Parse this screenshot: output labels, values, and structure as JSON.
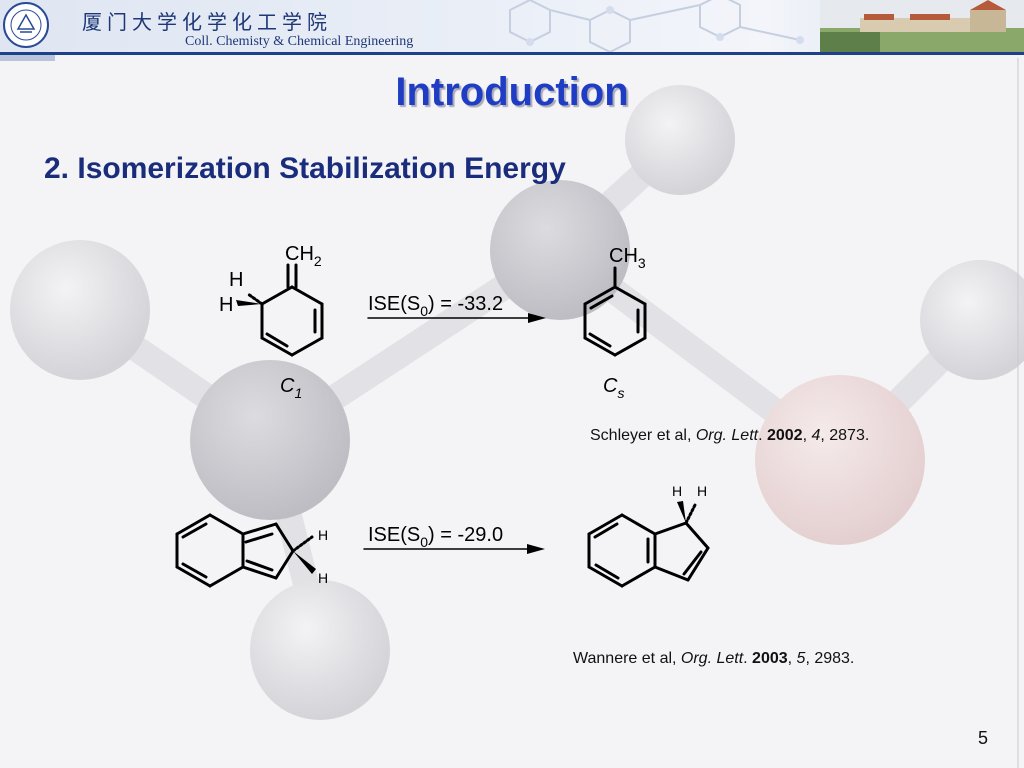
{
  "header": {
    "school_cn": "厦门大学化学化工学院",
    "school_en": "Coll. Chemisty & Chemical Engineering",
    "brand_color": "#1e3f8a"
  },
  "slide": {
    "title": "Introduction",
    "subtitle": "2. Isomerization Stabilization Energy",
    "page_number": "5"
  },
  "reaction1": {
    "reactant_group": "CH",
    "reactant_group_sub": "2",
    "reactant_h_top": "H",
    "reactant_h_left": "H",
    "arrow_prefix": "ISE(S",
    "arrow_sub": "0",
    "arrow_suffix": ") =  -33.2",
    "product_group": "CH",
    "product_group_sub": "3",
    "reactant_label": "C",
    "reactant_label_sub": "1",
    "product_label": "C",
    "product_label_sub": "s"
  },
  "reference1": {
    "authors": "Schleyer et al, ",
    "journal": "Org. Lett",
    "dot": ". ",
    "year": "2002",
    "comma1": ", ",
    "volume": "4",
    "pages": ", 2873."
  },
  "reaction2": {
    "reactant_h_top": "H",
    "reactant_h_bottom": "H",
    "arrow_prefix": "ISE(S",
    "arrow_sub": "0",
    "arrow_suffix": ") = -29.0",
    "product_h1": "H",
    "product_h2": "H"
  },
  "reference2": {
    "authors": "Wannere et al, ",
    "journal": "Org. Lett",
    "dot": ". ",
    "year": "2003",
    "comma1": ", ",
    "volume": "5",
    "pages": ", 2983."
  }
}
